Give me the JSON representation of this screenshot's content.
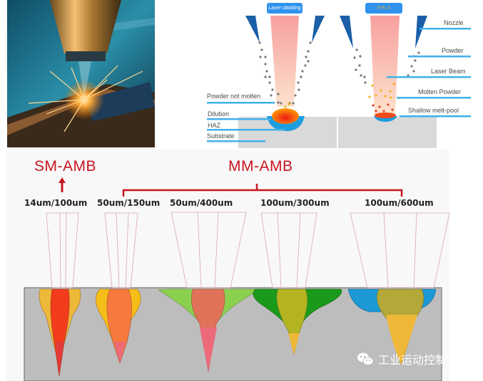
{
  "photo": {
    "description": "Laser cladding nozzle with sparks over metal workpiece"
  },
  "top_diagram": {
    "left_process": {
      "badge": "Laser cladding",
      "labels": [
        "Powder not molten",
        "Dilution",
        "HAZ",
        "Substrate"
      ]
    },
    "right_process": {
      "badge": "EHLA",
      "labels": [
        "Nozzle",
        "Powder",
        "Laser Beam",
        "Molten Powder",
        "Shallow melt-pool"
      ]
    }
  },
  "bottom_diagram": {
    "groups": [
      {
        "label": "SM-AMB",
        "members": [
          "14um/100um"
        ]
      },
      {
        "label": "MM-AMB",
        "members": [
          "50um/150um",
          "50um/400um",
          "100um/300um",
          "100um/600um"
        ]
      }
    ],
    "beams": [
      {
        "label": "14um/100um",
        "outer": "#f0c040",
        "inner": "#f23c1c",
        "tip": "#e23a3a"
      },
      {
        "label": "50um/150um",
        "outer": "#f6be18",
        "inner": "#f67a3c",
        "tip": "#ec6a78"
      },
      {
        "label": "50um/400um",
        "outer": "#8cd050",
        "inner": "#e07258",
        "tip": "#ec6a7a"
      },
      {
        "label": "100um/300um",
        "outer": "#1a9a1a",
        "inner": "#b4b420",
        "tip": "#f0b838"
      },
      {
        "label": "100um/600um",
        "outer": "#1c98d4",
        "inner": "#b4a838",
        "tip": "#f0b838"
      }
    ]
  },
  "watermark": {
    "text": "工业运动控制技术",
    "icon": "wechat-icon"
  },
  "colors": {
    "accent_red": "#c8141e",
    "label_blue": "#3fb1ea",
    "substrate_gray": "#bdbdbd",
    "nozzle_blue": "#1b5fa8"
  }
}
